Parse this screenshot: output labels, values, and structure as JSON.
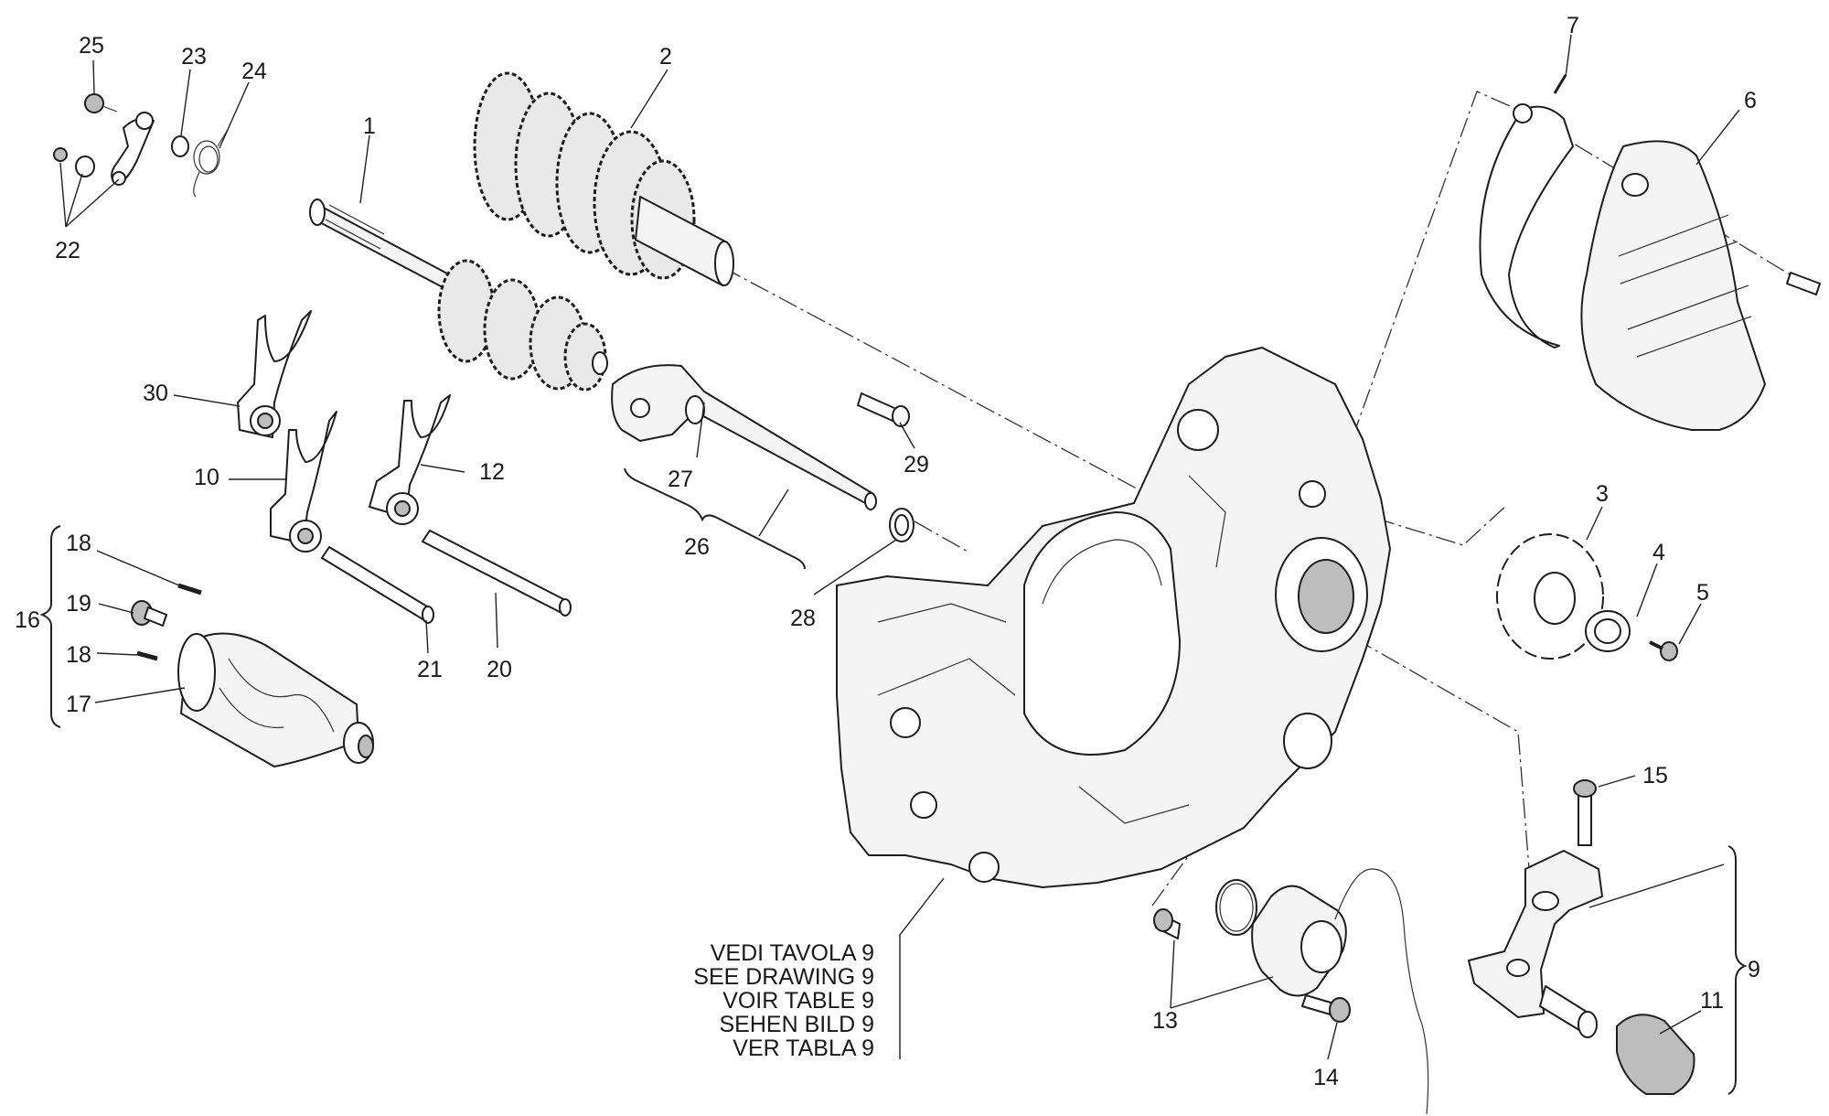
{
  "callouts": [
    {
      "id": "1",
      "text": "1"
    },
    {
      "id": "2",
      "text": "2"
    },
    {
      "id": "3",
      "text": "3"
    },
    {
      "id": "4",
      "text": "4"
    },
    {
      "id": "5",
      "text": "5"
    },
    {
      "id": "6",
      "text": "6"
    },
    {
      "id": "7",
      "text": "7"
    },
    {
      "id": "9",
      "text": "9"
    },
    {
      "id": "10",
      "text": "10"
    },
    {
      "id": "11",
      "text": "11"
    },
    {
      "id": "12",
      "text": "12"
    },
    {
      "id": "13",
      "text": "13"
    },
    {
      "id": "14",
      "text": "14"
    },
    {
      "id": "15",
      "text": "15"
    },
    {
      "id": "16",
      "text": "16"
    },
    {
      "id": "17",
      "text": "17"
    },
    {
      "id": "18a",
      "text": "18"
    },
    {
      "id": "18b",
      "text": "18"
    },
    {
      "id": "19",
      "text": "19"
    },
    {
      "id": "20",
      "text": "20"
    },
    {
      "id": "21",
      "text": "21"
    },
    {
      "id": "22",
      "text": "22"
    },
    {
      "id": "23",
      "text": "23"
    },
    {
      "id": "24",
      "text": "24"
    },
    {
      "id": "25",
      "text": "25"
    },
    {
      "id": "26",
      "text": "26"
    },
    {
      "id": "27",
      "text": "27"
    },
    {
      "id": "28",
      "text": "28"
    },
    {
      "id": "29",
      "text": "29"
    },
    {
      "id": "30",
      "text": "30"
    }
  ],
  "reference_note": [
    "VEDI TAVOLA 9",
    "SEE DRAWING 9",
    "VOIR TABLE 9",
    "SEHEN BILD 9",
    "VER TABLA 9"
  ]
}
